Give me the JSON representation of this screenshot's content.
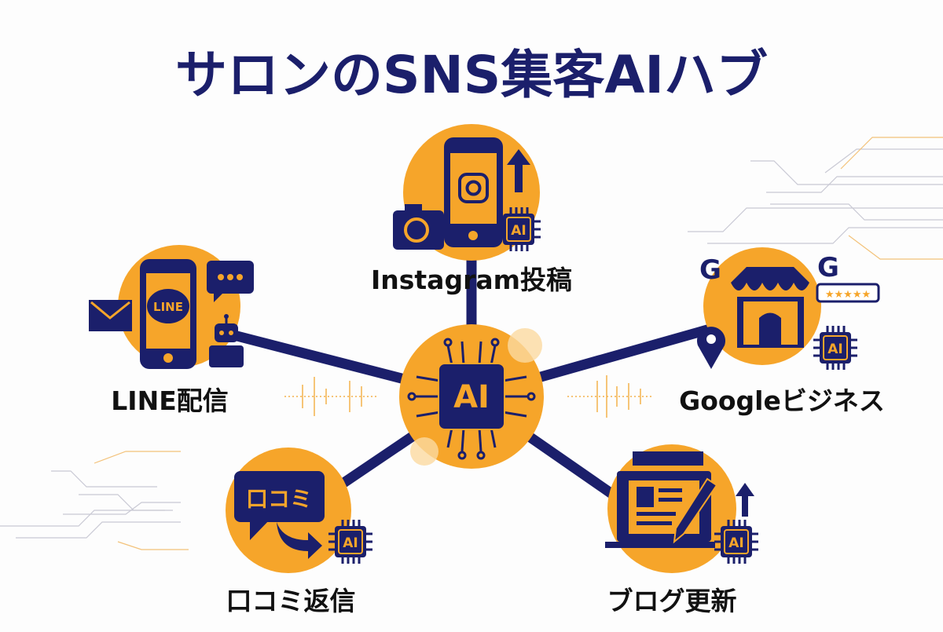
{
  "title": "サロンのSNS集客AIハブ",
  "colors": {
    "navy": "#1b1f6b",
    "orange": "#f6a52a",
    "background": "#fdfdfd"
  },
  "hub": {
    "chip_label": "AI",
    "icon": "ai-chip-icon"
  },
  "nodes": [
    {
      "id": "instagram",
      "label": "Instagram投稿",
      "icons": [
        "phone-icon",
        "instagram-icon",
        "camera-icon",
        "upload-arrow-icon",
        "ai-chip-icon"
      ],
      "chip_label": "AI"
    },
    {
      "id": "line",
      "label": "LINE配信",
      "icons": [
        "phone-icon",
        "line-bubble-icon",
        "mail-icon",
        "chat-bubble-icon",
        "robot-icon"
      ],
      "badge": "LINE"
    },
    {
      "id": "google",
      "label": "Googleビジネス",
      "icons": [
        "storefront-icon",
        "google-icon",
        "location-pin-icon",
        "rating-stars-icon",
        "ai-chip-icon"
      ],
      "logo_letter": "G",
      "stars": "★★★★★",
      "chip_label": "AI"
    },
    {
      "id": "review",
      "label": "口コミ返信",
      "icons": [
        "speech-bubble-icon",
        "reply-arrow-icon",
        "ai-chip-icon"
      ],
      "badge": "口コミ",
      "chip_label": "AI"
    },
    {
      "id": "blog",
      "label": "ブログ更新",
      "icons": [
        "laptop-icon",
        "pencil-icon",
        "upload-arrow-icon",
        "ai-chip-icon"
      ],
      "chip_label": "AI"
    }
  ]
}
